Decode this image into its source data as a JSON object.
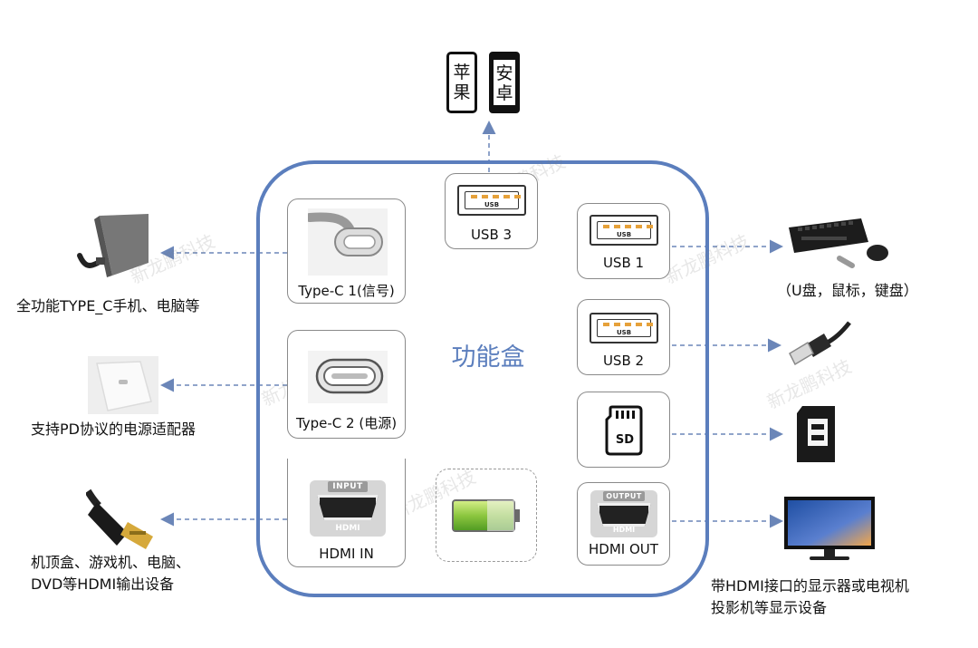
{
  "center_label": "功能盒",
  "phones": [
    {
      "text": "苹\n果"
    },
    {
      "text": "安\n卓"
    }
  ],
  "ports": {
    "usb3": "USB 3",
    "usb1": "USB 1",
    "usb2": "USB 2",
    "typec1": "Type-C 1(信号)",
    "typec2": "Type-C 2 (电源)",
    "hdmi_in": "HDMI IN",
    "hdmi_out": "HDMI OUT",
    "sd": "SD",
    "usb_glyph_text": "USB",
    "hdmi_input_tag": "INPUT",
    "hdmi_output_tag": "OUTPUT",
    "hdmi_glyph_text": "HDMI"
  },
  "external": {
    "typec1": "全功能TYPE_C手机、电脑等",
    "typec2": "支持PD协议的电源适配器",
    "hdmi_in_line1": "机顶盒、游戏机、电脑、",
    "hdmi_in_line2": "DVD等HDMI输出设备",
    "usb1": "（U盘，鼠标，键盘）",
    "hdmi_out_line1": "带HDMI接口的显示器或电视机",
    "hdmi_out_line2": "投影机等显示设备"
  },
  "watermark": "新龙鹏科技",
  "colors": {
    "frame": "#5b7ebd",
    "usb_pins": "#e6a13a",
    "battery": "#8cc63f",
    "arrow": "#6b86b8"
  }
}
